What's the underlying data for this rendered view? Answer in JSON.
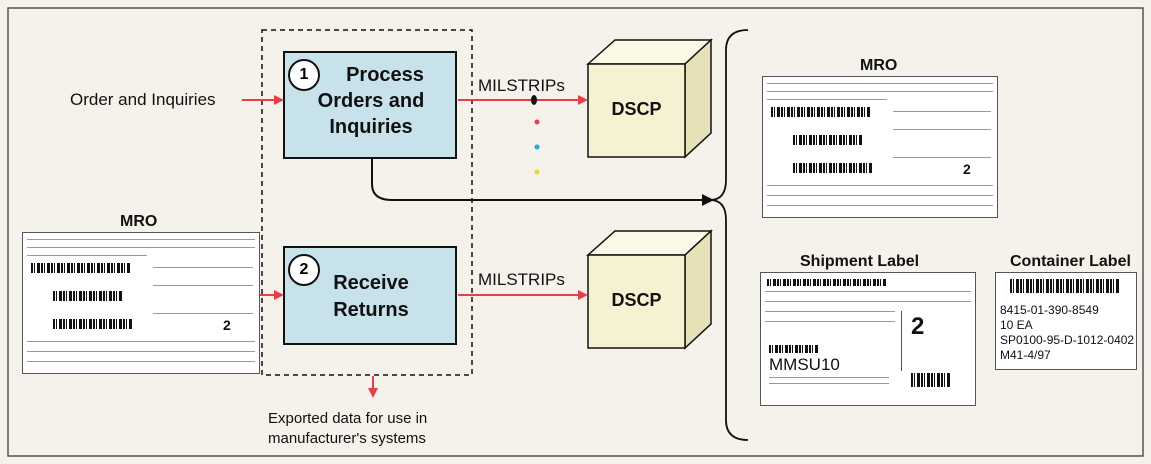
{
  "inputs": {
    "order_inquiries": "Order and Inquiries",
    "exported_line1": "Exported data for use in",
    "exported_line2": "manufacturer's systems"
  },
  "processes": [
    {
      "number": "1",
      "title_line1": "Process",
      "title_line2": "Orders and",
      "title_line3": "Inquiries"
    },
    {
      "number": "2",
      "title_line1": "Receive",
      "title_line2": "Returns"
    }
  ],
  "flows": {
    "milstrips_top": "MILSTRIPs",
    "milstrips_bottom": "MILSTRIPs"
  },
  "destinations": {
    "top": "DSCP",
    "bottom": "DSCP"
  },
  "documents": {
    "mro_left_title": "MRO",
    "mro_right_title": "MRO",
    "mro_digit": "2",
    "shipment_title": "Shipment Label",
    "shipment_big_text": "MMSU10",
    "shipment_digit": "2",
    "container_title": "Container Label",
    "container_lines": [
      "8415-01-390-8549",
      "10 EA",
      "SP0100-95-D-1012-0402",
      "M41-4/97"
    ]
  },
  "colors": {
    "process_fill": "#c7e2ea",
    "cube_front": "#f6f1d2",
    "arrow_red": "#e5404a",
    "border": "#111111"
  }
}
